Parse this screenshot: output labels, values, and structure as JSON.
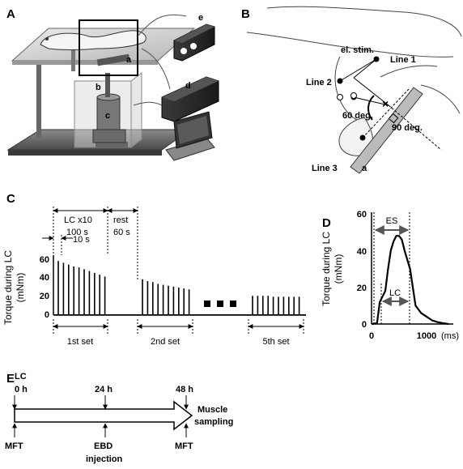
{
  "panels": {
    "A": {
      "label": "A",
      "parts": [
        "a",
        "b",
        "c",
        "d",
        "e"
      ]
    },
    "B": {
      "label": "B",
      "el_stim": "el. stim.",
      "line1": "Line 1",
      "line2": "Line 2",
      "line3": "Line 3",
      "angle1": "60 deg.",
      "angle2": "90 deg.",
      "part_a": "a"
    },
    "C": {
      "label": "C",
      "lc_x10": "LC x10",
      "rest": "rest",
      "dur_100": "100 s",
      "dur_60": "60 s",
      "dur_10": "10 s",
      "set1": "1st set",
      "set2": "2nd set",
      "set5": "5th set",
      "ylabel": "Torque during LC",
      "yunit": "(mNm)",
      "yticks": [
        "60",
        "40",
        "20",
        "0"
      ]
    },
    "D": {
      "label": "D",
      "es": "ES",
      "lc": "LC",
      "ylabel": "Torque during LC",
      "yunit": "(mNm)",
      "yticks": [
        "60",
        "40",
        "20",
        "0"
      ],
      "xticks": [
        "0",
        "1000"
      ],
      "xunit": "(ms)"
    },
    "E": {
      "label": "E",
      "lc": "LC",
      "t0": "0 h",
      "t24": "24 h",
      "t48": "48 h",
      "muscle_sampling_1": "Muscle",
      "muscle_sampling_2": "sampling",
      "mft1": "MFT",
      "ebd_1": "EBD",
      "ebd_2": "injection",
      "mft2": "MFT"
    }
  },
  "chart_data": [
    {
      "type": "line",
      "panel": "C",
      "ylabel": "Torque during LC (mNm)",
      "ylim": [
        0,
        60
      ],
      "yticks": [
        0,
        20,
        40,
        60
      ],
      "series": [
        {
          "name": "1st set",
          "values": [
            59,
            57,
            55,
            53,
            52,
            50,
            48,
            46,
            44,
            42
          ]
        },
        {
          "name": "2nd set",
          "values": [
            39,
            37,
            36,
            34,
            33,
            32,
            31,
            30,
            29,
            28
          ]
        },
        {
          "name": "5th set",
          "values": [
            21,
            21,
            21,
            21,
            20,
            20,
            20,
            20,
            20,
            20
          ]
        }
      ]
    },
    {
      "type": "line",
      "panel": "D",
      "ylabel": "Torque during LC (mNm)",
      "xlabel": "(ms)",
      "ylim": [
        0,
        60
      ],
      "xlim": [
        0,
        1400
      ],
      "yticks": [
        0,
        20,
        40,
        60
      ],
      "xticks": [
        0,
        1000
      ],
      "series": [
        {
          "name": "",
          "x": [
            0,
            100,
            150,
            200,
            250,
            300,
            350,
            400,
            450,
            500,
            550,
            600,
            650,
            700,
            750,
            800,
            900,
            1000,
            1100,
            1200,
            1300,
            1400
          ],
          "y": [
            0,
            0.5,
            12,
            15,
            18,
            30,
            40,
            45,
            48,
            48,
            46,
            40,
            35,
            30,
            20,
            10,
            6,
            4,
            2,
            1,
            0.5,
            0
          ]
        }
      ]
    }
  ]
}
